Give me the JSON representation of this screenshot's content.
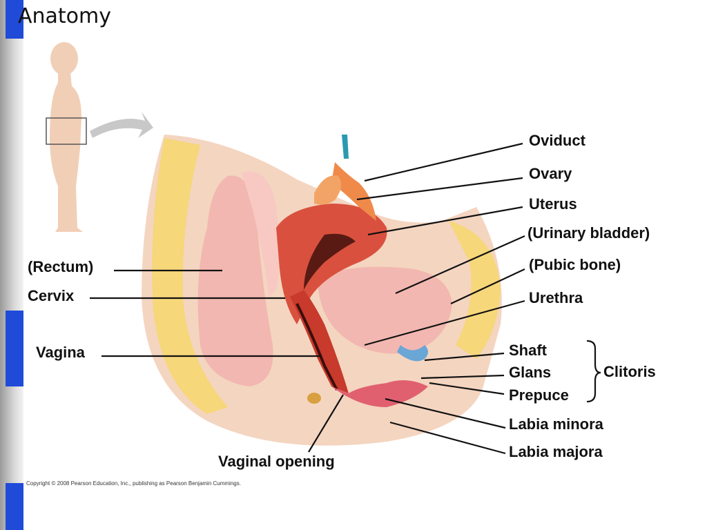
{
  "slide": {
    "title": "Anatomy",
    "copyright": "Copyright © 2008 Pearson Education, Inc., publishing as Pearson Benjamin Cummings."
  },
  "labels": {
    "oviduct": "Oviduct",
    "ovary": "Ovary",
    "uterus": "Uterus",
    "urinary_bladder": "(Urinary bladder)",
    "pubic_bone": "(Pubic bone)",
    "urethra": "Urethra",
    "shaft": "Shaft",
    "glans": "Glans",
    "prepuce": "Prepuce",
    "clitoris": "Clitoris",
    "labia_minora": "Labia minora",
    "labia_majora": "Labia majora",
    "vaginal_opening": "Vaginal opening",
    "rectum": "(Rectum)",
    "cervix": "Cervix",
    "vagina": "Vagina"
  },
  "colors": {
    "accent_stripe": "#1f4bd8",
    "tissue_pink": "#f2b7b0",
    "uterus_red": "#d9513e",
    "fat_yellow": "#f6d77a",
    "skin": "#f4d5c0",
    "leader_line": "#111111"
  }
}
